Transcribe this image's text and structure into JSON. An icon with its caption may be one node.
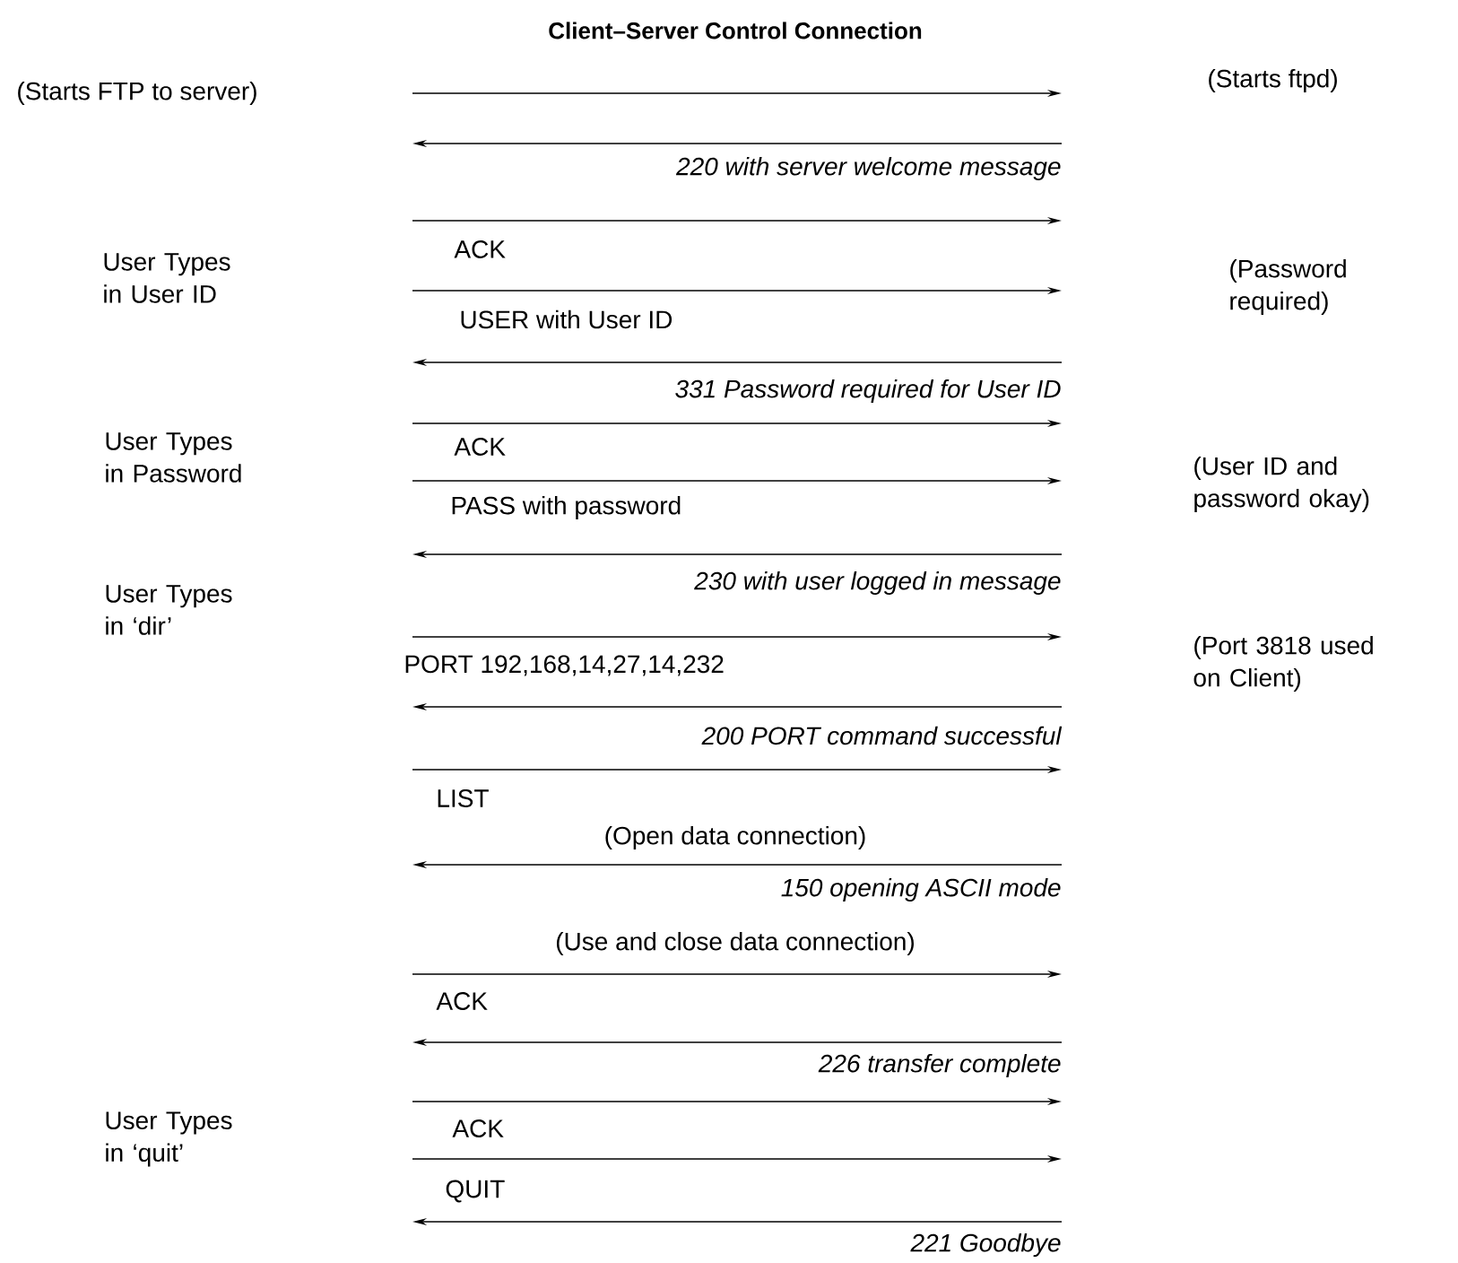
{
  "diagram": {
    "title": "Client–Server Control Connection",
    "labels": [
      "(Starts FTP to server)",
      "(Starts ftpd)",
      "220 with server welcome message",
      "User Types in User ID",
      "ACK",
      "(Password required)",
      "USER with User ID",
      "331 Password required for User ID",
      "User Types in Password",
      "ACK",
      "(User ID and password okay)",
      "PASS with password",
      "User Types in ‘dir’",
      "230 with user logged in message",
      "PORT 192,168,14,27,14,232",
      "(Port 3818 used on Client)",
      "200 PORT command successful",
      "LIST",
      "(Open data connection)",
      "150 opening ASCII mode",
      "(Use and close data connection)",
      "ACK",
      "226 transfer complete",
      "User Types in ‘quit’",
      "ACK",
      "QUIT",
      "221 Goodbye"
    ]
  }
}
